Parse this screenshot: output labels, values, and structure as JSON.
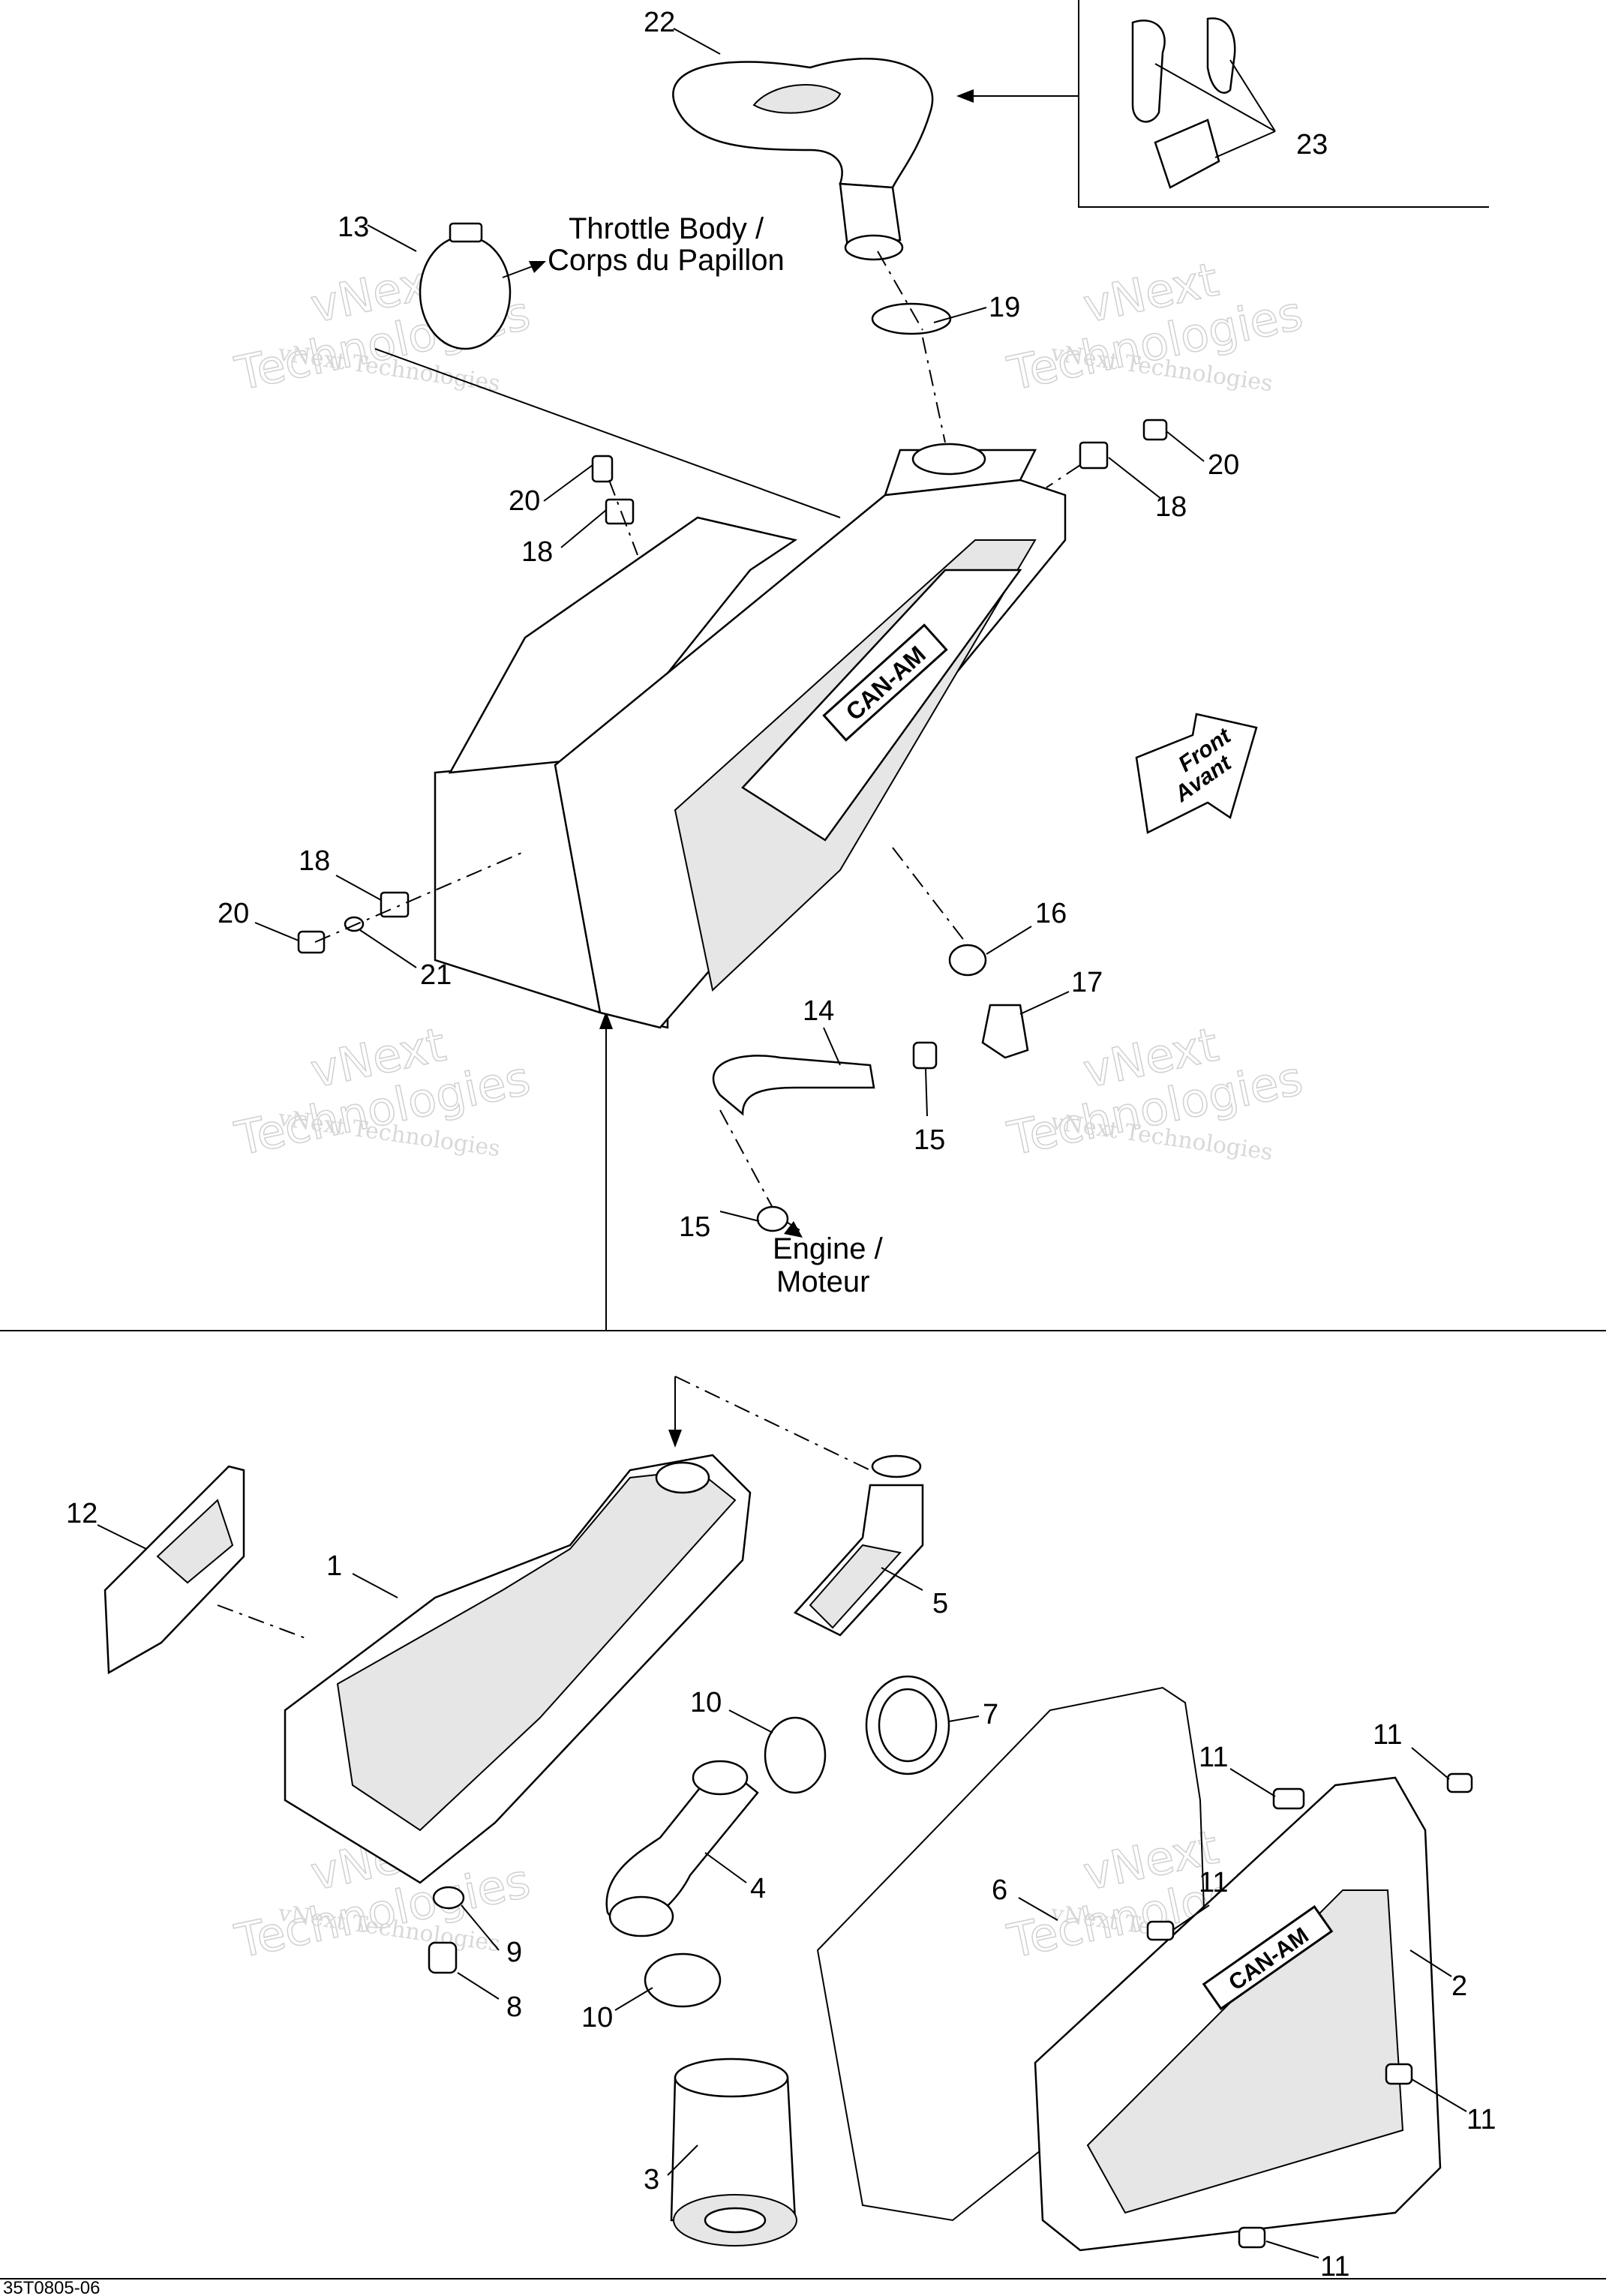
{
  "callouts": [
    "22",
    "23",
    "13",
    "19",
    "20",
    "18",
    "20",
    "18",
    "18",
    "20",
    "21",
    "16",
    "17",
    "14",
    "15",
    "15",
    "12",
    "1",
    "5",
    "10",
    "7",
    "11",
    "11",
    "4",
    "11",
    "6",
    "2",
    "9",
    "8",
    "10",
    "3",
    "11",
    "11"
  ],
  "notes": {
    "throttle_line1": "Throttle Body /",
    "throttle_line2": "Corps du Papillon",
    "engine_line1": "Engine /",
    "engine_line2": "Moteur",
    "front_line1": "Front",
    "front_line2": "Avant",
    "drawing_code": "35T0805-06"
  },
  "brand_mark": "CAN-AM",
  "watermark": {
    "small": "vNext Technologies",
    "big_line1": "vNext",
    "big_line2": "Technologies"
  }
}
